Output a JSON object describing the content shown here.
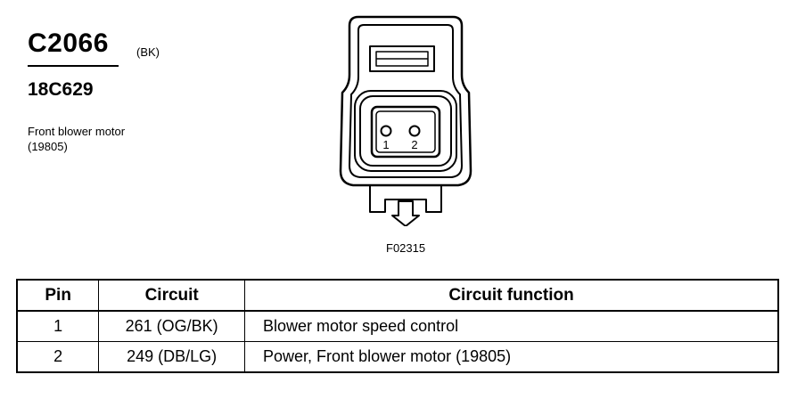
{
  "connector": {
    "id": "C2066",
    "color_code": "(BK)",
    "part_number": "18C629",
    "description_line1": "Front blower motor",
    "description_line2": "(19805)"
  },
  "figure": {
    "id": "F02315",
    "pin_labels": [
      "1",
      "2"
    ]
  },
  "table": {
    "headers": {
      "pin": "Pin",
      "circuit": "Circuit",
      "function": "Circuit function"
    },
    "rows": [
      {
        "pin": "1",
        "circuit": "261 (OG/BK)",
        "function": "Blower motor speed control"
      },
      {
        "pin": "2",
        "circuit": "249 (DB/LG)",
        "function": "Power, Front blower motor (19805)"
      }
    ]
  }
}
